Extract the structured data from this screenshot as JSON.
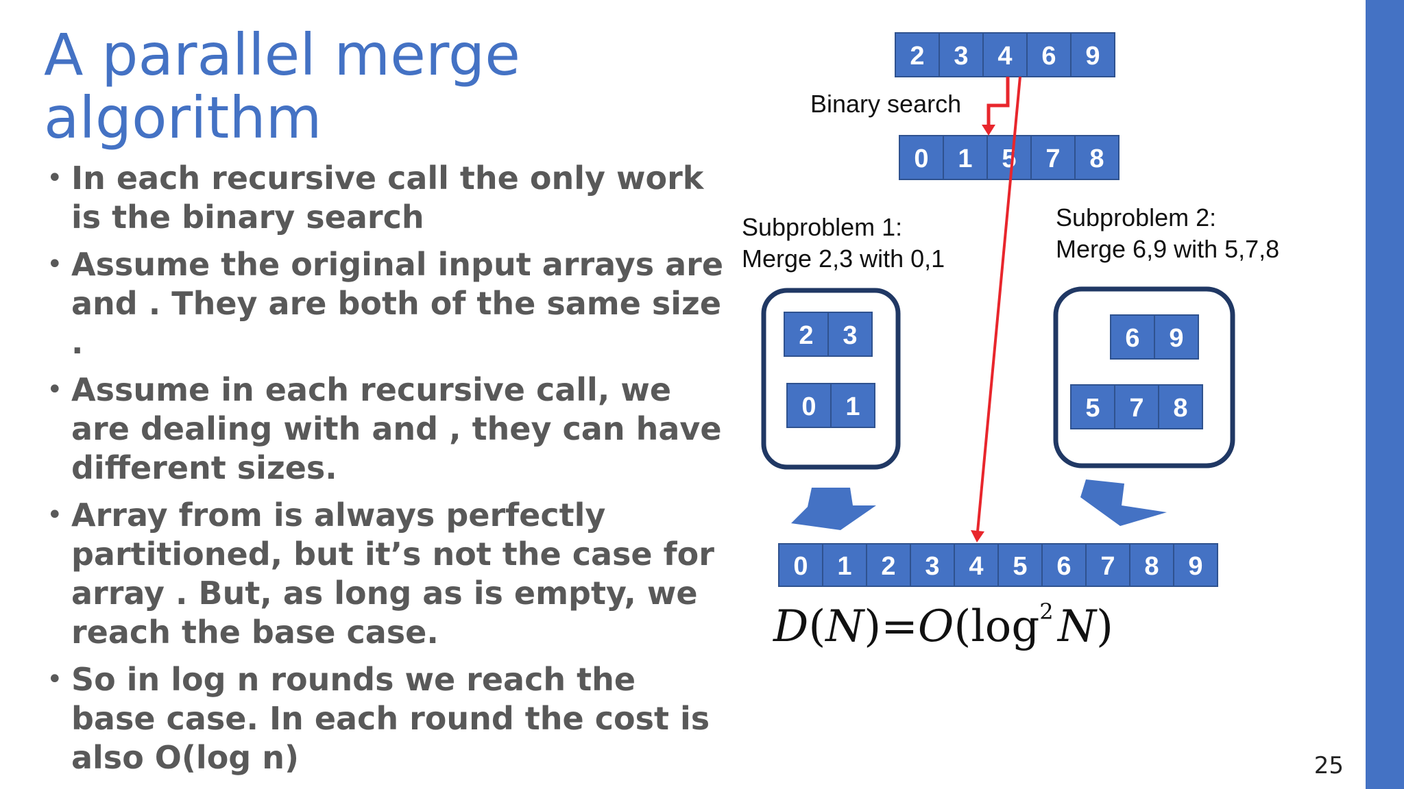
{
  "slide": {
    "title": "A parallel merge algorithm",
    "page_number": "25",
    "bullets": [
      "In each recursive call the only work is the binary search",
      "Assume the original input arrays are  and . They are both of the same size .",
      "Assume in each recursive call, we are dealing with  and , they can have different sizes.",
      "Array  from  is always perfectly partitioned, but it’s not the case for array . But, as long as  is empty, we reach the base case.",
      "So in log n rounds we reach the base case. In each round the cost is also O(log n)"
    ]
  },
  "diagram": {
    "array_top": [
      "2",
      "3",
      "4",
      "6",
      "9"
    ],
    "array_second": [
      "0",
      "1",
      "5",
      "7",
      "8"
    ],
    "binary_search_label": "Binary search",
    "sub1_label_line1": "Subproblem 1:",
    "sub1_label_line2": "Merge 2,3 with 0,1",
    "sub2_label_line1": "Subproblem 2:",
    "sub2_label_line2": "Merge 6,9 with 5,7,8",
    "sub1_a": [
      "2",
      "3"
    ],
    "sub1_b": [
      "0",
      "1"
    ],
    "sub2_a": [
      "6",
      "9"
    ],
    "sub2_b": [
      "5",
      "7",
      "8"
    ],
    "merged": [
      "0",
      "1",
      "2",
      "3",
      "4",
      "5",
      "6",
      "7",
      "8",
      "9"
    ],
    "formula": {
      "lhs": "D",
      "arg": "N",
      "eq": "=",
      "big_o": "O",
      "log": "log",
      "exp": "2",
      "log_arg": "N"
    },
    "colors": {
      "cell_fill": "#4472c4",
      "cell_stroke": "#2f528f",
      "arrow_red": "#e8262c",
      "box_stroke": "#203864"
    }
  }
}
